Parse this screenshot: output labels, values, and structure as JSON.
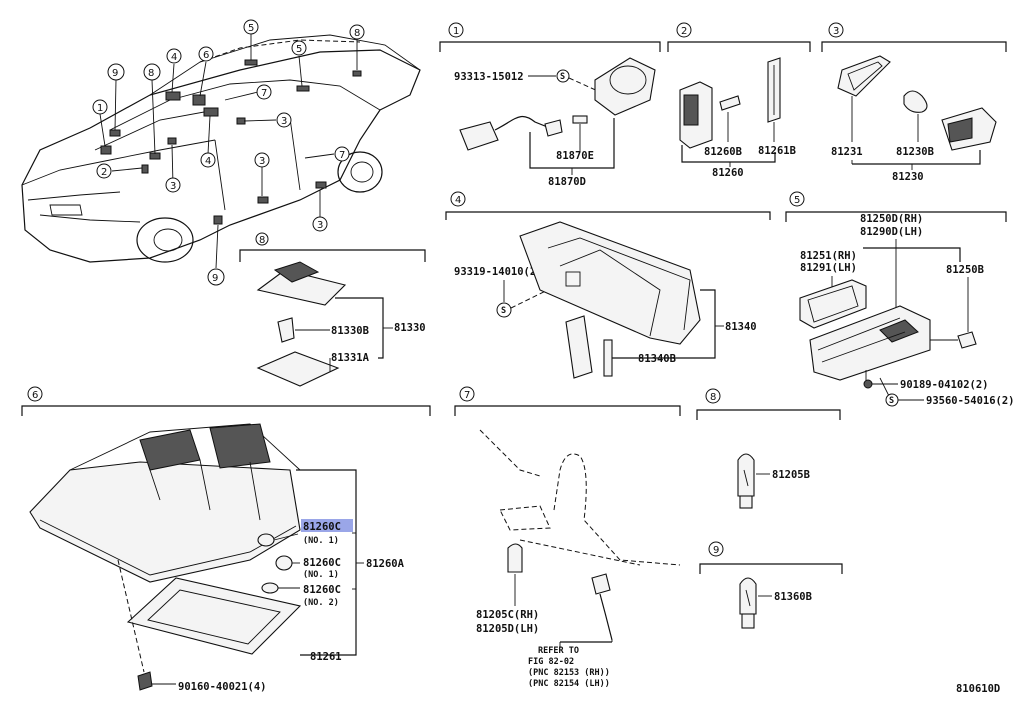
{
  "callouts": {
    "c1": "1",
    "c2": "2",
    "c3": "3",
    "c4": "4",
    "c5": "5",
    "c6": "6",
    "c7": "7",
    "c8": "8",
    "c9": "9"
  },
  "section_numbers": {
    "s1": "1",
    "s2": "2",
    "s3": "3",
    "s4": "4",
    "s5": "5",
    "s6": "6",
    "s7": "7",
    "s8": "8",
    "s9": "9"
  },
  "sec1": {
    "p_93313": "93313-15012",
    "s_mark": "S",
    "p_81870E": "81870E",
    "p_81870D": "81870D"
  },
  "sec2": {
    "p_81260B": "81260B",
    "p_81261B": "81261B",
    "p_81260": "81260"
  },
  "sec3": {
    "p_81231": "81231",
    "p_81230B": "81230B",
    "p_81230": "81230"
  },
  "sec4": {
    "p_93319": "93319-14010(2)",
    "s_mark": "S",
    "p_81340": "81340",
    "p_81340B": "81340B"
  },
  "sec5": {
    "p_81250D": "81250D(RH)",
    "p_81290D": "81290D(LH)",
    "p_81251": "81251(RH)",
    "p_81291": "81291(LH)",
    "p_81250B": "81250B",
    "p_90189": "90189-04102(2)",
    "p_93560": "93560-54016(2)",
    "s_mark": "S"
  },
  "sec8top": {
    "p_81330B": "81330B",
    "p_81330": "81330",
    "p_81331A": "81331A"
  },
  "sec6": {
    "p_81260C_a": "81260C",
    "no1_a": "(NO. 1)",
    "p_81260C_b": "81260C",
    "no1_b": "(NO. 1)",
    "p_81260C_c": "81260C",
    "no2": "(NO. 2)",
    "p_81260A": "81260A",
    "p_81261": "81261",
    "p_90160": "90160-40021(4)"
  },
  "sec7": {
    "p_81205C": "81205C(RH)",
    "p_81205D": "81205D(LH)",
    "refer1": "REFER TO",
    "refer2": "FIG 82-02",
    "pnc1": "(PNC 82153 (RH))",
    "pnc2": "(PNC 82154 (LH))"
  },
  "sec8": {
    "p_81205B": "81205B"
  },
  "sec9": {
    "p_81360B": "81360B"
  },
  "figure_code": "810610D",
  "colors": {
    "highlight": "#9aa6e8",
    "ink": "#111111"
  }
}
